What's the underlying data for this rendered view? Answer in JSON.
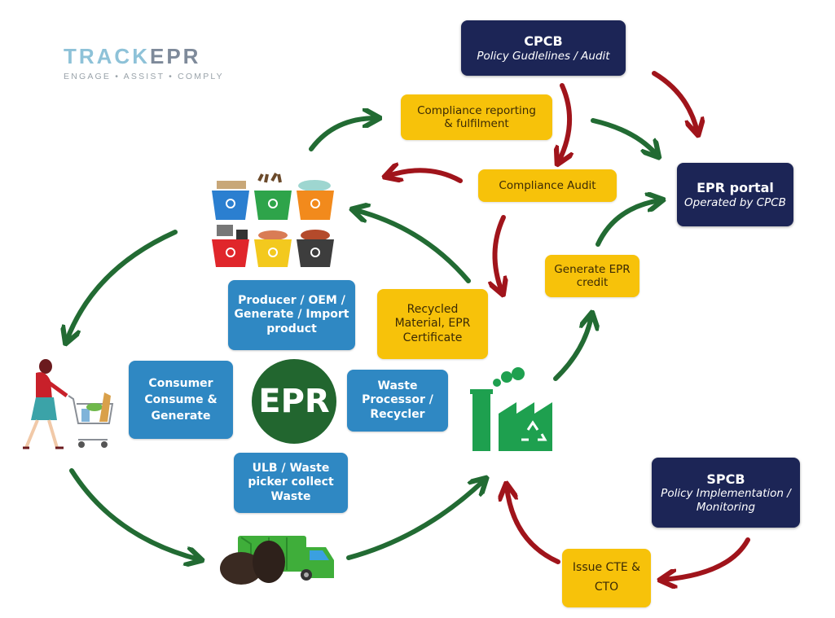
{
  "logo": {
    "brand_part1": "TRACK",
    "brand_part2": "EPR",
    "tagline": "ENGAGE • ASSIST • COMPLY"
  },
  "center": {
    "label": "EPR"
  },
  "authorities": {
    "cpcb": {
      "title": "CPCB",
      "subtitle": "Policy Gudlelines / Audit"
    },
    "epr_portal": {
      "title": "EPR portal",
      "subtitle": "Operated by CPCB"
    },
    "spcb": {
      "title": "SPCB",
      "subtitle_line1": "Policy Implementation /",
      "subtitle_line2": "Monitoring"
    }
  },
  "process_steps": {
    "compliance_reporting": {
      "line1": "Compliance reporting",
      "line2": "& fulfilment"
    },
    "compliance_audit": {
      "line1": "Compliance Audit"
    },
    "generate_epr_credit": {
      "line1": "Generate EPR",
      "line2": "credit"
    },
    "recycled_material": {
      "line1": "Recycled",
      "line2": "Material, EPR",
      "line3": "Certificate"
    },
    "issue_cte_cto": {
      "line1": "Issue CTE &",
      "line2": "CTO"
    }
  },
  "stakeholders": {
    "producer": {
      "line1": "Producer / OEM /",
      "line2": "Generate / Import",
      "line3": "product"
    },
    "consumer": {
      "line1": "Consumer",
      "line2": "Consume &",
      "line3": "Generate"
    },
    "processor": {
      "line1": "Waste",
      "line2": "Processor /",
      "line3": "Recycler"
    },
    "ulb": {
      "line1": "ULB / Waste",
      "line2": "picker collect",
      "line3": "Waste"
    }
  },
  "illustrations": {
    "bins": "recycle-bins-icon",
    "shopper": "shopper-with-cart-icon",
    "truck": "garbage-truck-icon",
    "factory": "recycling-factory-icon"
  },
  "colors": {
    "navy": "#1c2556",
    "yellow": "#f7c20a",
    "blue": "#2f88c3",
    "green_arrow": "#226b33",
    "red_arrow": "#a0141b",
    "epr_green": "#22662f"
  }
}
